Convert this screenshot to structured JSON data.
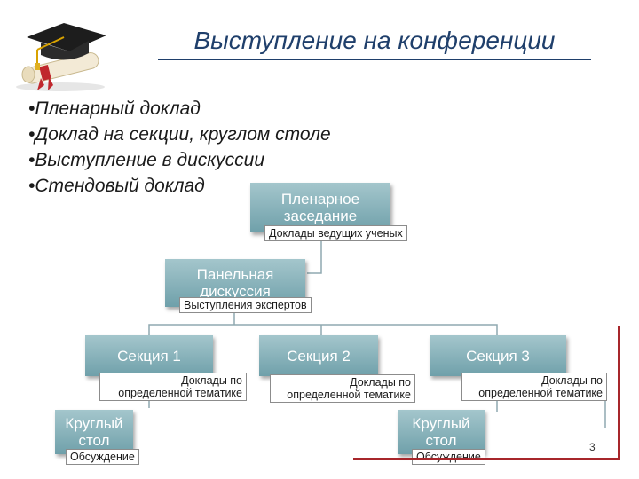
{
  "title": "Выступление на конференции",
  "bullets": [
    "•Пленарный доклад",
    "•Доклад на секции, круглом столе",
    "•Выступление в дискуссии",
    "•Стендовый доклад"
  ],
  "nodes": {
    "plenary": {
      "label": "Пленарное заседание",
      "caption": "Доклады ведущих ученых"
    },
    "panel": {
      "label": "Панельная дискуссия",
      "caption": "Выступления экспертов"
    },
    "section1": {
      "label": "Секция 1",
      "caption_line1": "Доклады по",
      "caption_line2": "определенной тематике"
    },
    "section2": {
      "label": "Секция 2",
      "caption_line1": "Доклады по",
      "caption_line2": "определенной тематике"
    },
    "section3": {
      "label": "Секция 3",
      "caption_line1": "Доклады по",
      "caption_line2": "определенной тематике"
    },
    "roundtable1": {
      "label": "Круглый стол",
      "caption": "Обсуждение"
    },
    "roundtable2": {
      "label": "Круглый стол",
      "caption": "Обсуждение"
    }
  },
  "page_number": "3",
  "colors": {
    "title": "#1f3f6b",
    "box_top": "#a4c6cc",
    "box_bottom": "#6fa0aa",
    "accent_red": "#a7262b",
    "connector": "#8fa9b0"
  },
  "icons": {
    "logo": "graduation-cap-diploma-icon"
  }
}
